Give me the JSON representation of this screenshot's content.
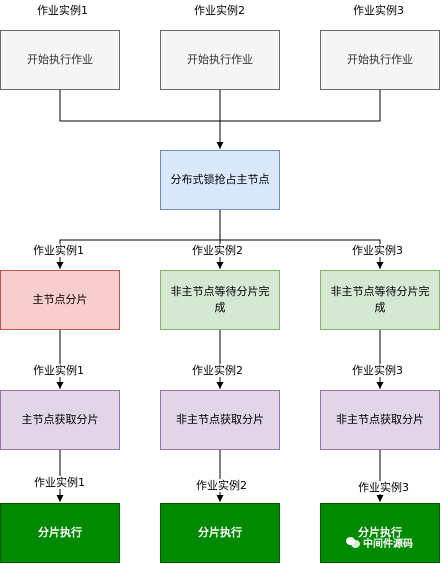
{
  "top_labels": [
    "作业实例1",
    "作业实例2",
    "作业实例3"
  ],
  "start_boxes": [
    "开始执行作业",
    "开始执行作业",
    "开始执行作业"
  ],
  "lock_box": "分布式锁抢占主节点",
  "row2_labels": [
    "作业实例1",
    "作业实例2",
    "作业实例3"
  ],
  "row2_boxes": [
    "主节点分片",
    "非主节点等待分片完成",
    "非主节点等待分片完成"
  ],
  "row3_labels": [
    "作业实例1",
    "作业实例2",
    "作业实例3"
  ],
  "row3_boxes": [
    "主节点获取分片",
    "非主节点获取分片",
    "非主节点获取分片"
  ],
  "row4_labels": [
    "作业实例1",
    "作业实例2",
    "作业实例3"
  ],
  "row4_boxes": [
    "分片执行",
    "分片执行",
    "分片执行"
  ],
  "watermark": "中间件源码",
  "colors": {
    "start_fill": "#f5f5f5",
    "lock_fill": "#dae8fc",
    "master_fill": "#f8cecc",
    "wait_fill": "#d5e8d4",
    "fetch_fill": "#e1d5e7",
    "exec_fill": "#008a00"
  }
}
